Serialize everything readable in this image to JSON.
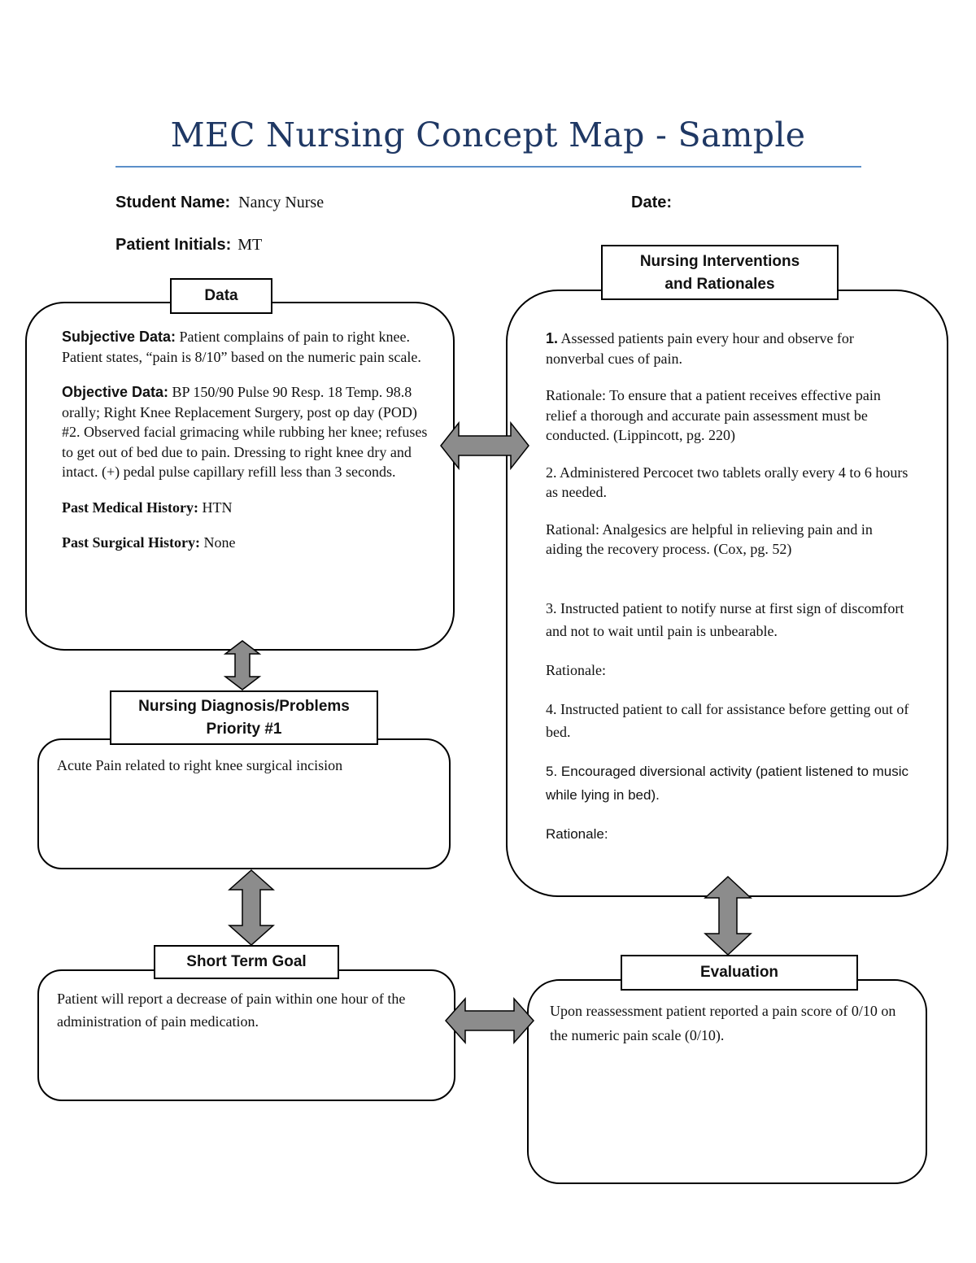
{
  "title": "MEC Nursing Concept Map - Sample",
  "header": {
    "student_label": "Student Name:",
    "student_value": "Nancy Nurse",
    "date_label": "Date:",
    "initials_label": "Patient Initials:",
    "initials_value": "MT"
  },
  "data_box": {
    "label": "Data",
    "subjective_label": "Subjective Data:",
    "subjective_text": " Patient complains of pain to right knee. Patient states, “pain is 8/10” based on the numeric pain scale.",
    "objective_label": "Objective Data:",
    "objective_text": " BP 150/90 Pulse 90 Resp. 18 Temp. 98.8 orally; Right Knee Replacement Surgery, post op day (POD) #2. Observed facial grimacing while rubbing her knee; refuses to get out of bed due to pain. Dressing to right knee dry and intact. (+) pedal pulse capillary refill less than 3 seconds.",
    "pmh_label": "Past Medical History:",
    "pmh_value": " HTN",
    "psh_label": "Past Surgical History:",
    "psh_value": " None"
  },
  "diagnosis_box": {
    "label_line1": "Nursing Diagnosis/Problems",
    "label_line2": "Priority #1",
    "text": "Acute Pain related to right knee surgical incision"
  },
  "goal_box": {
    "label": "Short Term Goal",
    "text": "Patient will report a decrease of pain within one hour of the administration of pain medication."
  },
  "interventions_box": {
    "label_line1": "Nursing Interventions",
    "label_line2": "and Rationales",
    "i1_num": "1.",
    "i1_text": " Assessed patients pain every hour and observe for nonverbal cues of pain.",
    "r1": "Rationale: To ensure that a patient receives effective pain relief a thorough and accurate pain assessment must be conducted. (Lippincott, pg. 220)",
    "i2": "2. Administered Percocet two tablets orally every 4 to 6 hours as needed.",
    "r2": "Rational: Analgesics are helpful in relieving pain and in aiding the recovery process. (Cox, pg. 52)",
    "i3": "3. Instructed patient to notify nurse at first sign of discomfort and not to wait until pain is unbearable.",
    "r3": "Rationale:",
    "i4": "4. Instructed patient to call for assistance before getting out of bed.",
    "i5": "5. Encouraged diversional activity (patient listened to music while lying in bed).",
    "r5": "Rationale:"
  },
  "evaluation_box": {
    "label": "Evaluation",
    "text": "Upon reassessment patient reported a pain score of 0/10 on the numeric pain scale (0/10)."
  },
  "colors": {
    "title": "#1f3864",
    "rule": "#5b8fc9",
    "arrow_fill": "#8c8c8c"
  }
}
